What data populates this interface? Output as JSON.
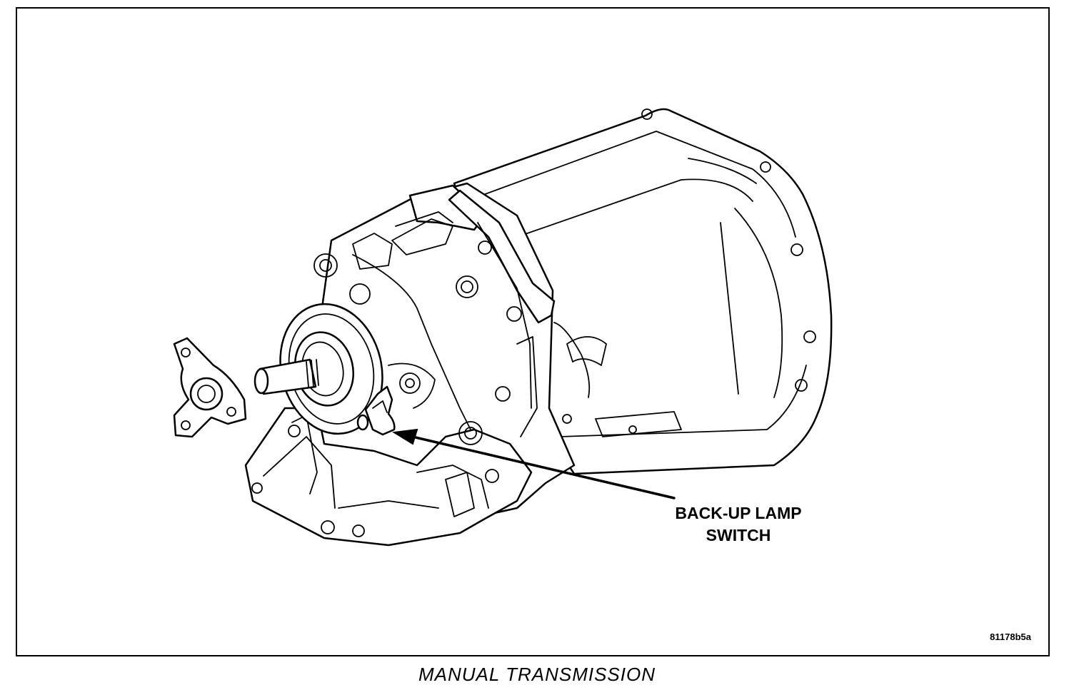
{
  "figure": {
    "callout_line1": "BACK-UP LAMP",
    "callout_line2": "SWITCH",
    "figure_id": "81178b5a",
    "caption": "MANUAL TRANSMISSION"
  },
  "components": {
    "bellhousing-icon": "bellhousing",
    "main-case-icon": "transmission-case",
    "extension-housing-icon": "extension-housing",
    "output-shaft-icon": "output-shaft",
    "companion-flange-icon": "yoke-flange",
    "back-up-lamp-switch-icon": "back-up-lamp-switch",
    "leader-arrow-icon": "callout-arrow"
  }
}
